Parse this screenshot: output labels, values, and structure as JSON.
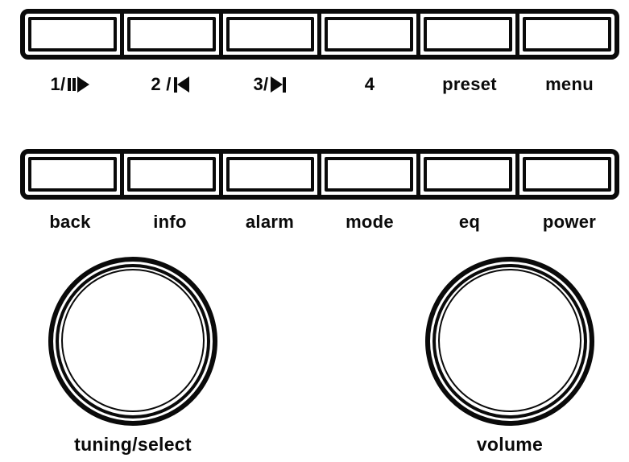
{
  "colors": {
    "line": "#0a0a0a",
    "background": "#ffffff"
  },
  "top_row": {
    "buttons": [
      {
        "name": "button-1-play-pause",
        "text": "1/",
        "icon": "play-pause-icon"
      },
      {
        "name": "button-2-previous",
        "text": "2 /",
        "icon": "skip-previous-icon"
      },
      {
        "name": "button-3-next",
        "text": "3/",
        "icon": "skip-next-icon"
      },
      {
        "name": "button-4",
        "text": "4"
      },
      {
        "name": "button-preset",
        "text": "preset"
      },
      {
        "name": "button-menu",
        "text": "menu"
      }
    ]
  },
  "middle_row": {
    "buttons": [
      {
        "name": "button-back",
        "text": "back"
      },
      {
        "name": "button-info",
        "text": "info"
      },
      {
        "name": "button-alarm",
        "text": "alarm"
      },
      {
        "name": "button-mode",
        "text": "mode"
      },
      {
        "name": "button-eq",
        "text": "eq"
      },
      {
        "name": "button-power",
        "text": "power"
      }
    ]
  },
  "knobs": [
    {
      "name": "tuning-select-knob",
      "label": "tuning/select"
    },
    {
      "name": "volume-knob",
      "label": "volume"
    }
  ]
}
